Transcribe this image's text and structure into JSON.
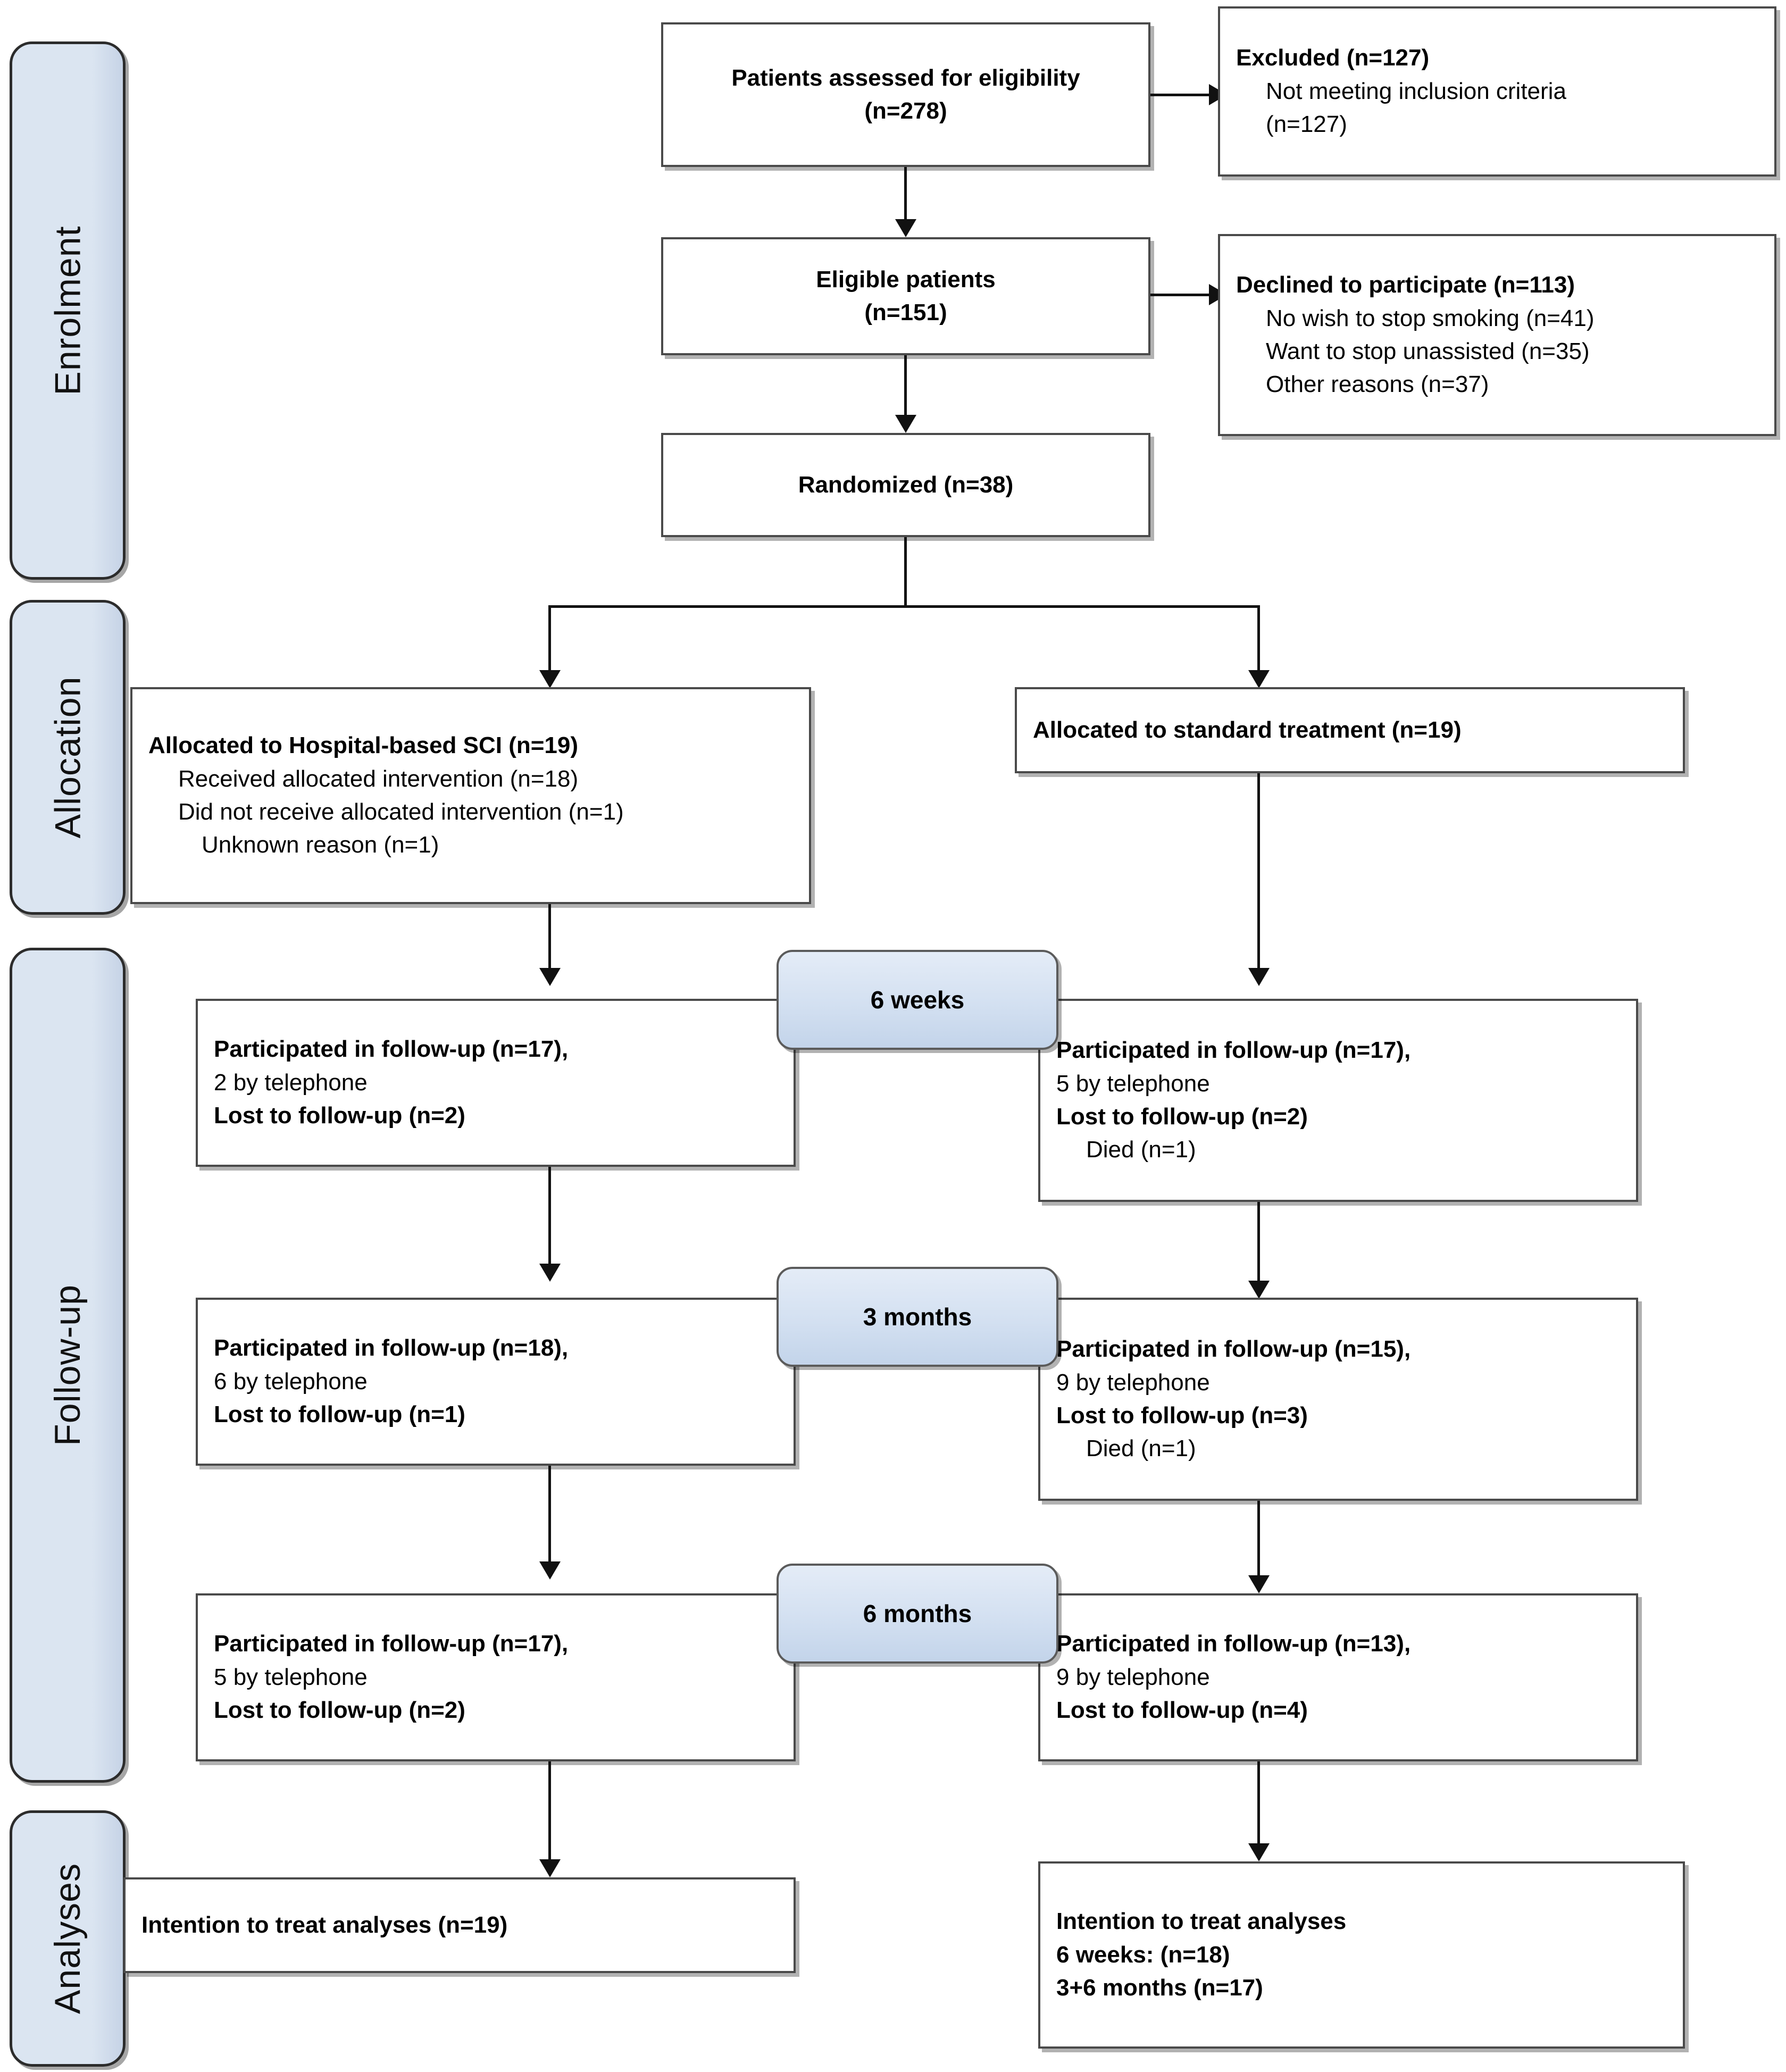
{
  "diagram": {
    "type": "CONSORT participant flow diagram",
    "accent_blue": "#dbe5f1",
    "border_gray": "#4a4a4a"
  },
  "stages": [
    {
      "label": "Enrolment"
    },
    {
      "label": "Allocation"
    },
    {
      "label": "Follow-up"
    },
    {
      "label": "Analyses"
    }
  ],
  "enrolment": {
    "assessed": {
      "line1": "Patients assessed for eligibility",
      "line2": "(n=278)"
    },
    "excluded": {
      "line1": "Excluded (n=127)",
      "line2": "Not meeting inclusion criteria",
      "line3": "(n=127)"
    },
    "eligible": {
      "line1": "Eligible patients",
      "line2": "(n=151)"
    },
    "declined": {
      "line1": "Declined to participate (n=113)",
      "line2": "No wish to stop smoking (n=41)",
      "line3": "Want to stop unassisted (n=35)",
      "line4": "Other reasons (n=37)"
    },
    "randomized": {
      "line1": "Randomized (n=38)"
    }
  },
  "allocation": {
    "left": {
      "line1": "Allocated to Hospital-based SCI (n=19)",
      "line2": "Received allocated intervention (n=18)",
      "line3": "Did not receive allocated intervention (n=1)",
      "line4": "Unknown reason (n=1)"
    },
    "right": {
      "line1": "Allocated to standard treatment (n=19)"
    }
  },
  "timepoints": [
    {
      "label": "6 weeks"
    },
    {
      "label": "3 months"
    },
    {
      "label": "6 months"
    }
  ],
  "followup": {
    "w6_left": {
      "line1": "Participated in follow-up (n=17),",
      "line2": "2 by telephone",
      "line3": "Lost to follow-up (n=2)"
    },
    "w6_right": {
      "line1": "Participated in follow-up (n=17),",
      "line2": "5 by telephone",
      "line3": "Lost to follow-up (n=2)",
      "line4": "Died (n=1)"
    },
    "m3_left": {
      "line1": "Participated in follow-up (n=18),",
      "line2": "6 by telephone",
      "line3": "Lost to follow-up (n=1)"
    },
    "m3_right": {
      "line1": "Participated in follow-up (n=15),",
      "line2": "9 by telephone",
      "line3": "Lost to follow-up (n=3)",
      "line4": "Died (n=1)"
    },
    "m6_left": {
      "line1": "Participated in follow-up (n=17),",
      "line2": "5 by telephone",
      "line3": "Lost to follow-up (n=2)"
    },
    "m6_right": {
      "line1": "Participated in follow-up (n=13),",
      "line2": "9 by telephone",
      "line3": "Lost to follow-up (n=4)"
    }
  },
  "analyses": {
    "left": {
      "line1": "Intention to treat analyses (n=19)"
    },
    "right": {
      "line1": "Intention to treat analyses",
      "line2": "6 weeks: (n=18)",
      "line3": "3+6 months (n=17)"
    }
  }
}
